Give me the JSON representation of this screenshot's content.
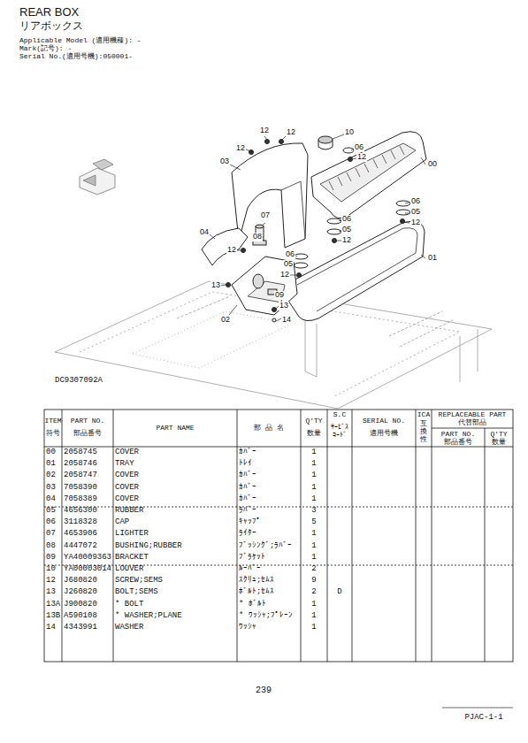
{
  "diagram": {
    "title": "REAR BOX",
    "labels": [
      "リアボックス",
      "Applicable Model (適用機種): -",
      "Mark(記号): -",
      "Serial No.(適用号機):050001-",
      "12",
      "12",
      "10",
      "06",
      "12",
      "00",
      "12",
      "03",
      "06",
      "05",
      "12",
      "06",
      "05",
      "12",
      "07",
      "04",
      "08",
      "12",
      "06",
      "05",
      "12",
      "01",
      "13",
      "09",
      "13",
      "14",
      "02",
      "DC9307092A",
      "ITEM",
      "符号",
      "PART NO.",
      "部品番号",
      "PART NAME",
      "部 品 名",
      "Q'TY",
      "数量",
      "S.C",
      "ｻｰﾋﾞｽ ｺｰﾄﾞ",
      "SERIAL NO.",
      "適用号機",
      "ICA",
      "互換性",
      "REPLACEABLE PART",
      "代替部品",
      "PART NO.",
      "部品番号",
      "Q'TY",
      "数量",
      "00",
      "2058745",
      "COVER",
      "ｶﾊﾞｰ",
      "1",
      "01",
      "2058746",
      "TRAY",
      "ﾄﾚｲ",
      "1",
      "02",
      "2058747",
      "COVER",
      "ｶﾊﾞｰ",
      "1",
      "03",
      "7058390",
      "COVER",
      "ｶﾊﾞｰ",
      "1",
      "04",
      "7058389",
      "COVER",
      "ｶﾊﾞｰ",
      "1",
      "05",
      "4656300",
      "RUBBER",
      "ﾗﾊﾞｰ",
      "3",
      "06",
      "3118328",
      "CAP",
      "ｷｬｯﾌﾟ",
      "5",
      "07",
      "4653906",
      "LIGHTER",
      "ﾗｲﾀｰ",
      "1",
      "08",
      "4447072",
      "BUSHING;RUBBER",
      "ﾌﾞｯｼﾝｸﾞ;ﾗﾊﾞｰ",
      "1",
      "09",
      "YA40009363",
      "BRACKET",
      "ﾌﾞﾗｹｯﾄ",
      "1",
      "10",
      "YA00003014",
      "LOUVER",
      "ﾙｰﾊﾞｰ",
      "2",
      "12",
      "J680820",
      "SCREW;SEMS",
      "ｽｸﾘｭ;ｾﾑｽ",
      "9",
      "13",
      "J260820",
      "BOLT;SEMS",
      "ﾎﾞﾙﾄ;ｾﾑｽ",
      "2",
      "D",
      "13A",
      "J900820",
      "* BOLT",
      "* ﾎﾞﾙﾄ",
      "1",
      "13B",
      "A590108",
      "* WASHER;PLANE",
      "* ﾜｯｼｬ;ﾌﾟﾚｰﾝ",
      "1",
      "14",
      "4343991",
      "WASHER",
      "ﾜｯｼｬ",
      "1",
      "239",
      "PJAC-1-1"
    ]
  }
}
